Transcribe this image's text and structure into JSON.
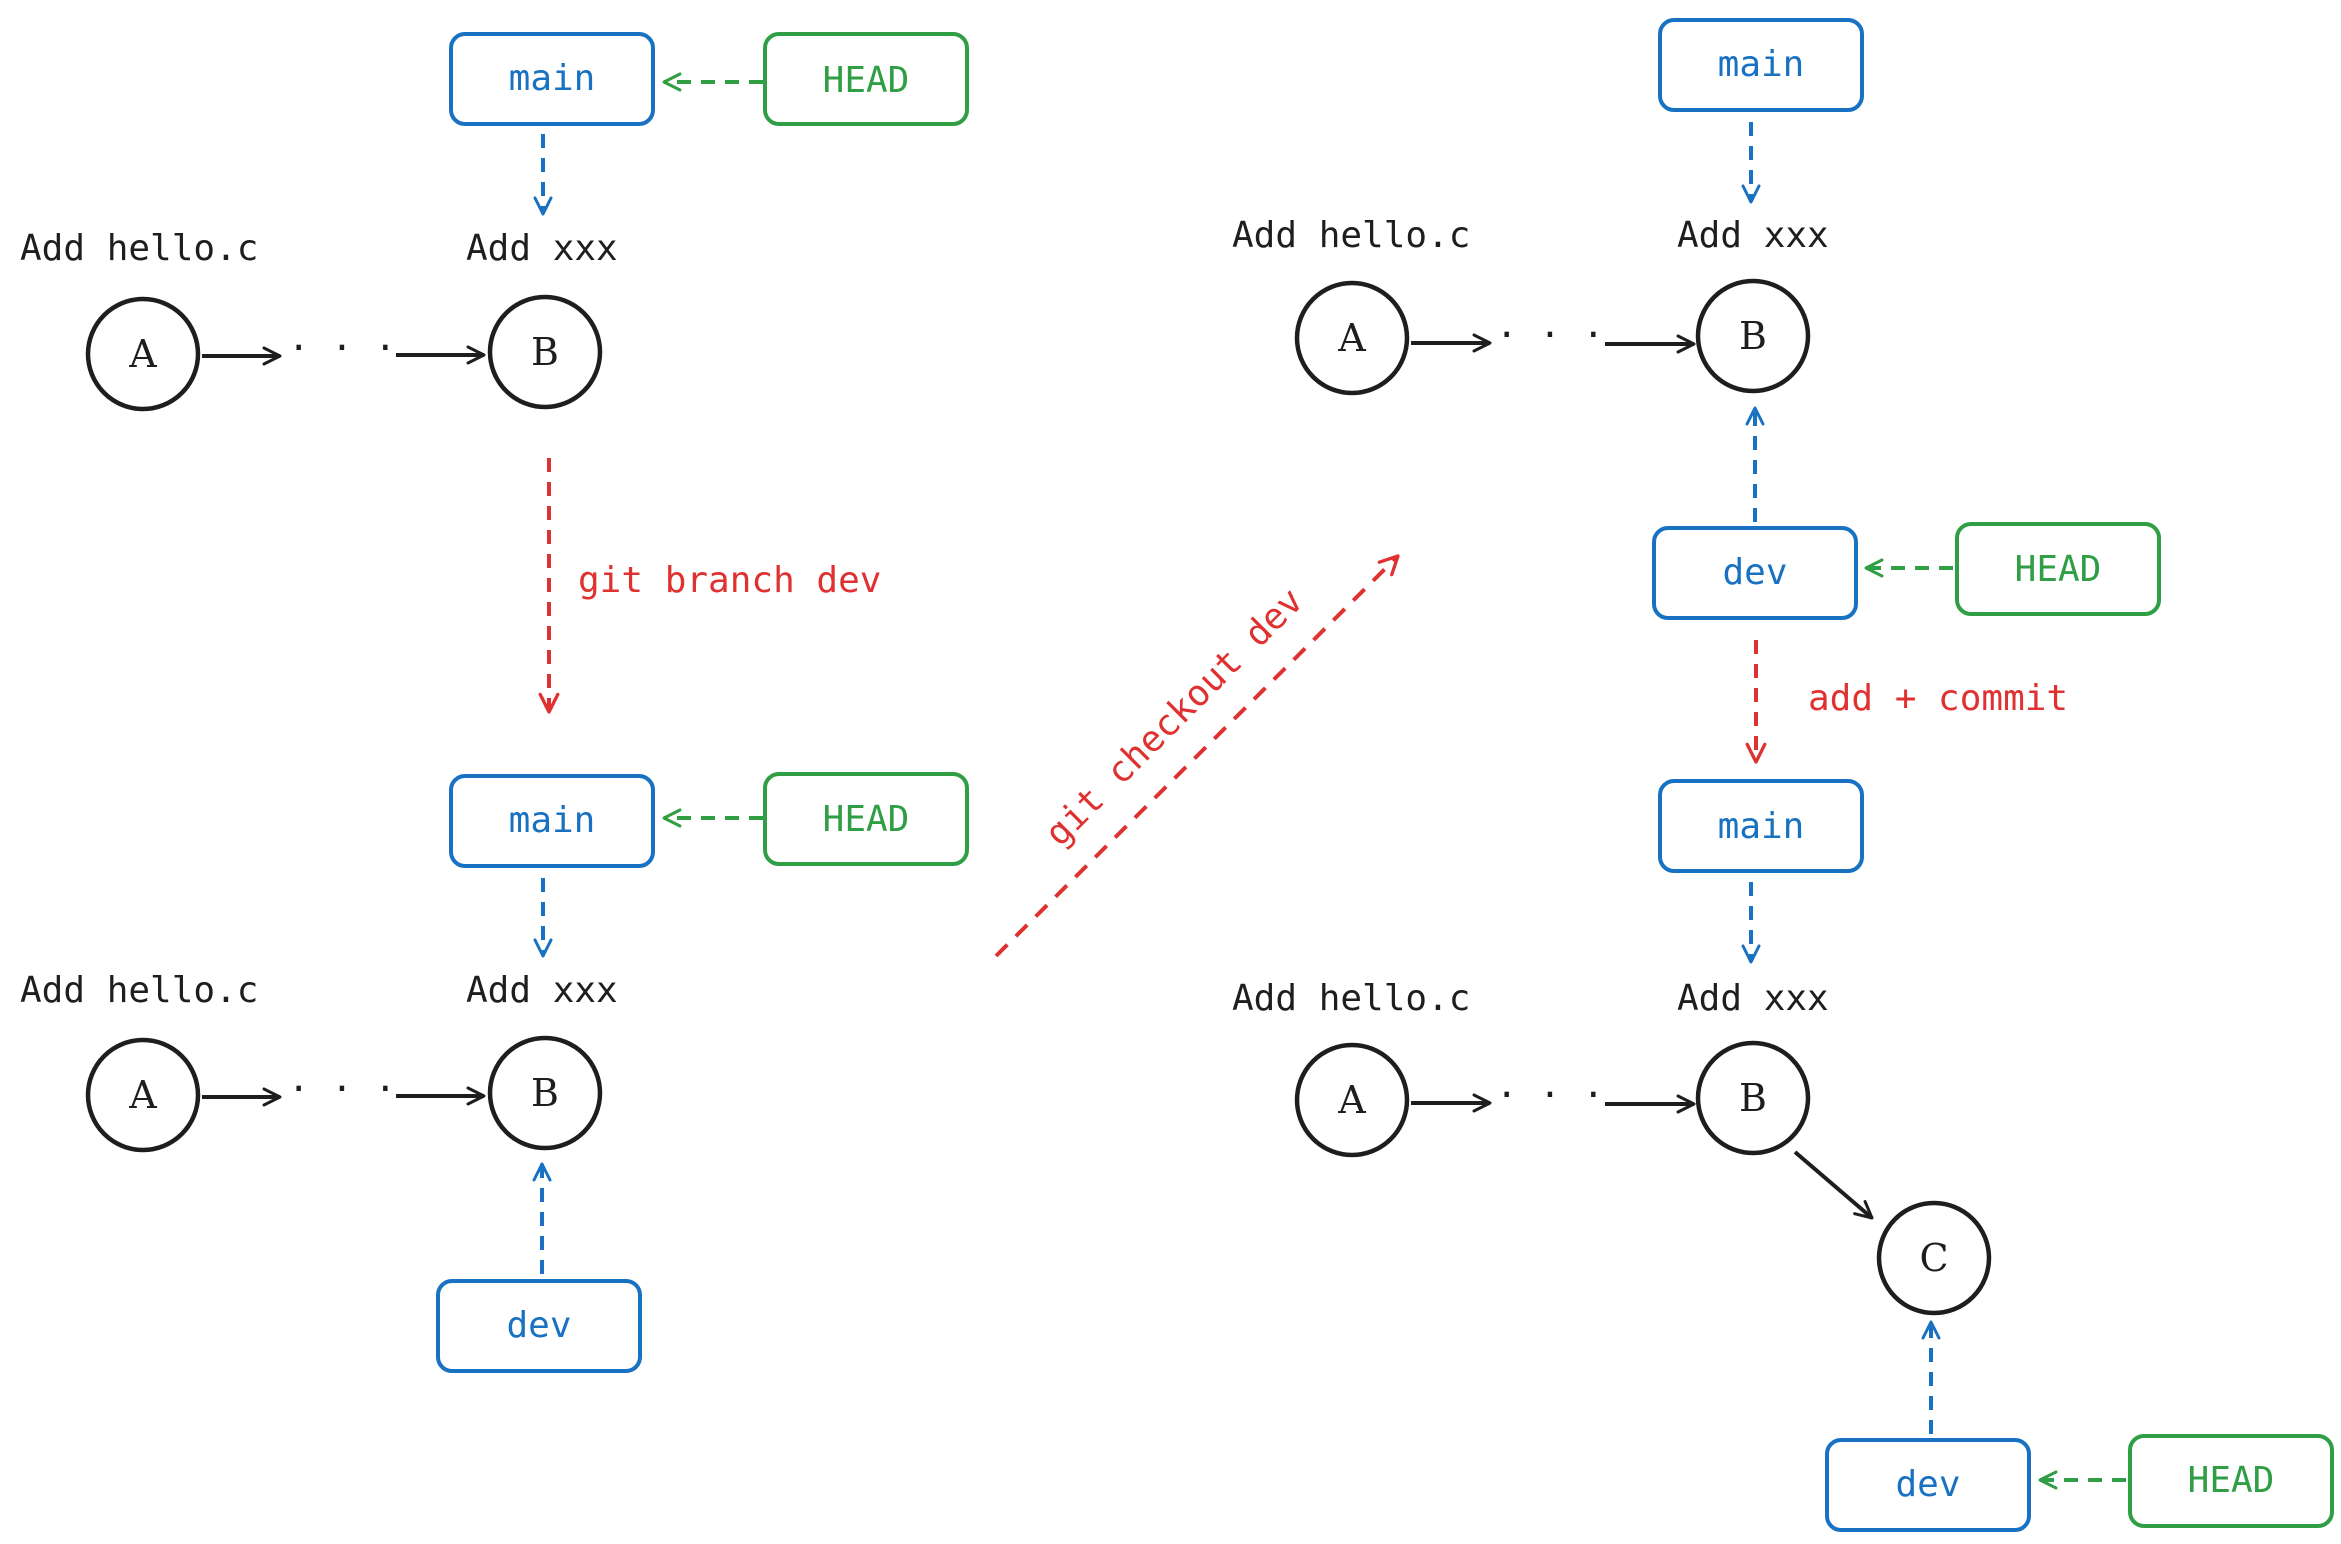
{
  "colors": {
    "ink": "#1e1e1e",
    "branch": "#1971c2",
    "head": "#2f9e44",
    "op": "#e03131"
  },
  "labels": {
    "commit_a": "Add hello.c",
    "commit_b": "Add xxx",
    "node_a": "A",
    "node_b": "B",
    "node_c": "C",
    "ellipsis": "· · ·",
    "main": "main",
    "dev": "dev",
    "head": "HEAD"
  },
  "operations": {
    "branch": "git branch dev",
    "checkout": "git checkout dev",
    "commit": "add + commit"
  }
}
